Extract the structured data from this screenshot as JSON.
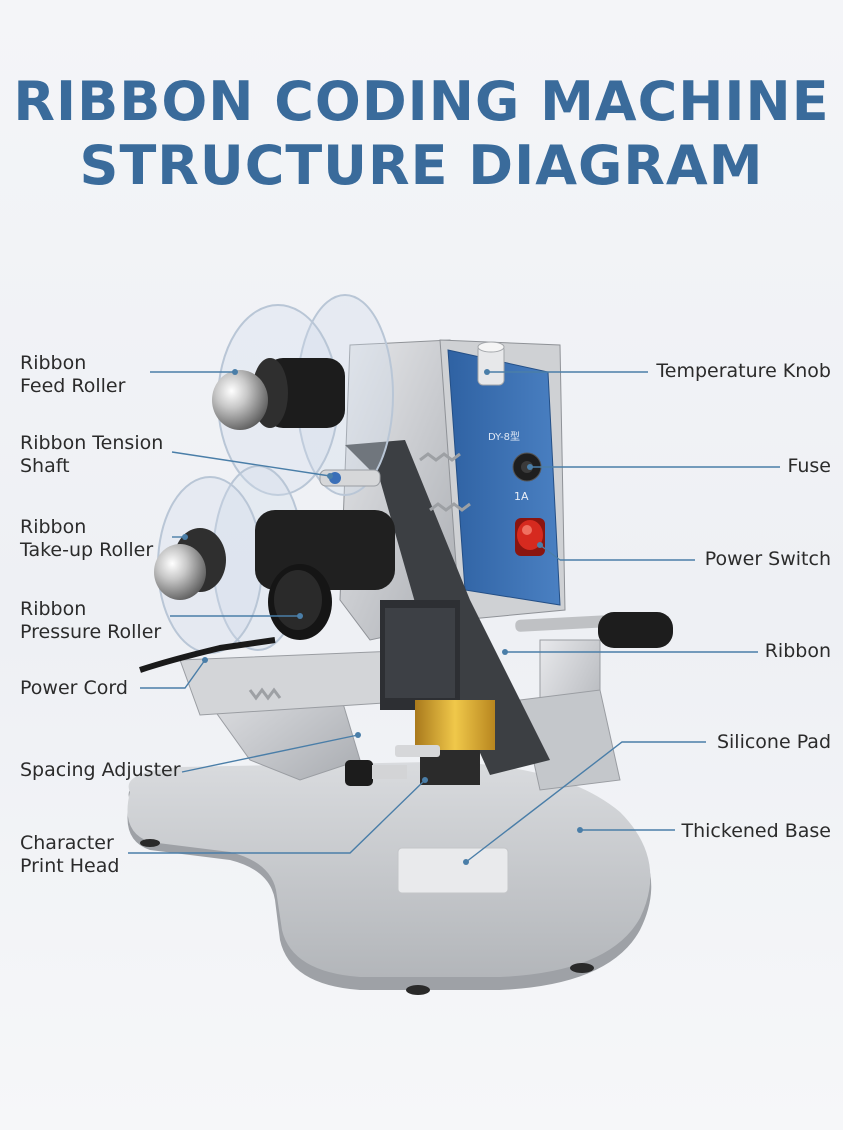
{
  "title": {
    "line1": "RIBBON CODING MACHINE",
    "line2": "STRUCTURE DIAGRAM"
  },
  "colors": {
    "title": "#3a6b9b",
    "leader_line": "#4a7ea8",
    "panel_blue": "#3d6fb0",
    "switch_red": "#d62a1f"
  },
  "panel_text": {
    "model": "DY-8型",
    "fuse_rating": "1A"
  },
  "labels_left": {
    "feed_roller": [
      "Ribbon",
      "Feed Roller"
    ],
    "tension_shaft": [
      "Ribbon Tension",
      "Shaft"
    ],
    "takeup_roller": [
      "Ribbon",
      "Take-up Roller"
    ],
    "pressure_roller": [
      "Ribbon",
      "Pressure Roller"
    ],
    "power_cord": [
      "Power Cord"
    ],
    "spacing_adjuster": [
      "Spacing Adjuster"
    ],
    "print_head": [
      "Character",
      "Print Head"
    ]
  },
  "labels_right": {
    "temperature_knob": "Temperature Knob",
    "fuse": "Fuse",
    "power_switch": "Power Switch",
    "ribbon": "Ribbon",
    "silicone_pad": "Silicone Pad",
    "thickened_base": "Thickened Base"
  }
}
